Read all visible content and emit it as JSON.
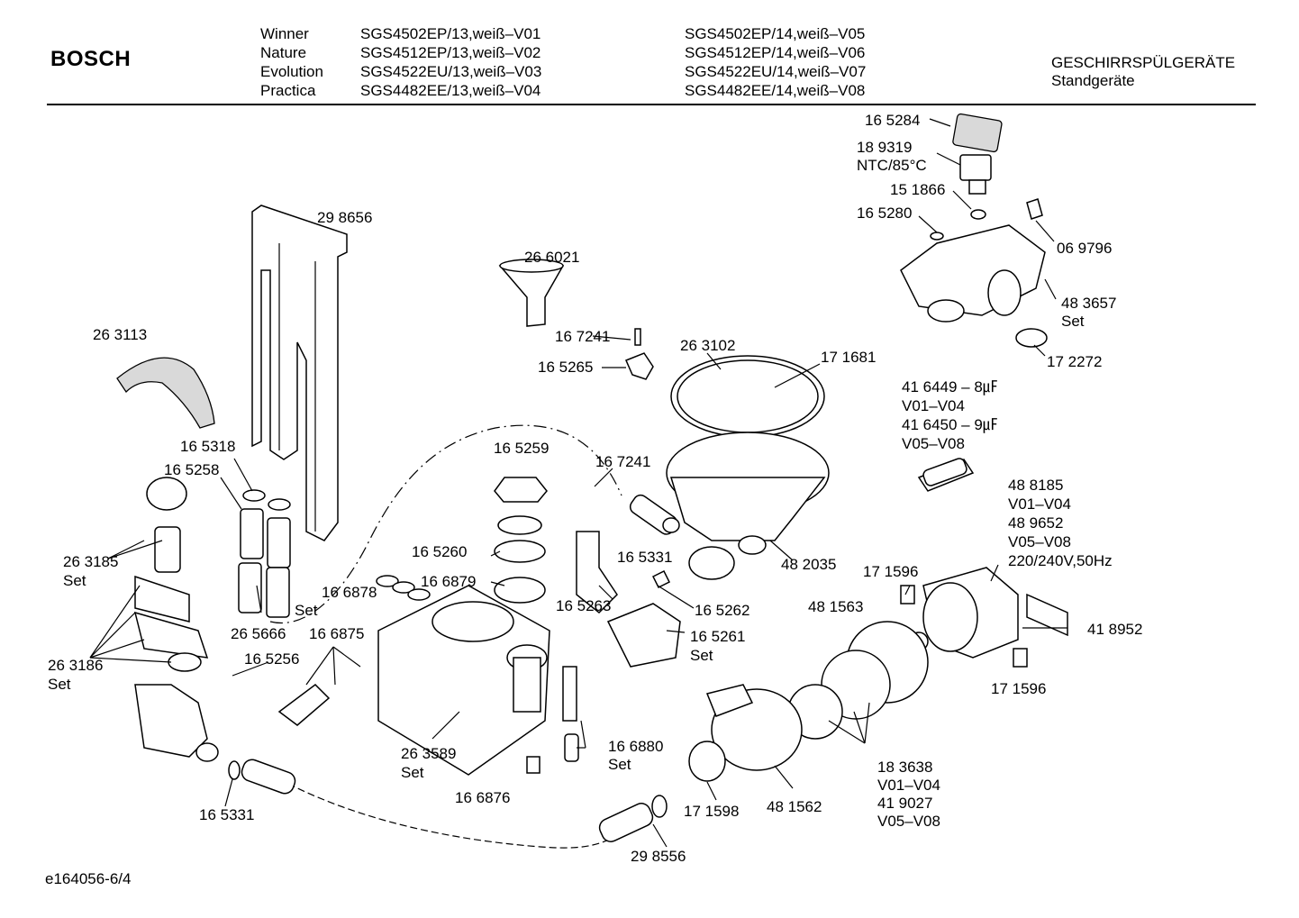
{
  "header": {
    "brand": "BOSCH",
    "models": [
      {
        "name": "Winner",
        "v1": "SGS4502EP/13,weiß–V01",
        "v2": "SGS4502EP/14,weiß–V05"
      },
      {
        "name": "Nature",
        "v1": "SGS4512EP/13,weiß–V02",
        "v2": "SGS4512EP/14,weiß–V06"
      },
      {
        "name": "Evolution",
        "v1": "SGS4522EU/13,weiß–V03",
        "v2": "SGS4522EU/14,weiß–V07"
      },
      {
        "name": "Practica",
        "v1": "SGS4482EE/13,weiß–V04",
        "v2": "SGS4482EE/14,weiß–V08"
      }
    ],
    "category": "GESCHIRRSPÜLGERÄTE",
    "subcategory": "Standgeräte"
  },
  "labels": {
    "p165284": "16 5284",
    "p189319": "18 9319",
    "ntc": "NTC/85°C",
    "p151866": "15 1866",
    "p165280": "16 5280",
    "p069796": "06 9796",
    "p483657": "48 3657",
    "set483657": "Set",
    "p172272": "17 2272",
    "p298656": "29 8656",
    "p266021": "26 6021",
    "p167241a": "16 7241",
    "p165265": "16 5265",
    "p263102": "26 3102",
    "p171681": "17 1681",
    "p263113": "26 3113",
    "cap1": "41 6449 – 8㎌",
    "cap1v": "V01–V04",
    "cap2": "41 6450 – 9㎌",
    "cap2v": "V05–V08",
    "p165318": "16 5318",
    "p165258": "16 5258",
    "p165259": "16 5259",
    "p167241b": "16 7241",
    "p488185": "48 8185",
    "p488185v": "V01–V04",
    "p489652": "48 9652",
    "p489652v": "V05–V08",
    "volt": "220/240V,50Hz",
    "p263185": "26 3185",
    "set263185": "Set",
    "p165260": "16 5260",
    "p165331a": "16 5331",
    "p482035": "48 2035",
    "p166879": "16 6879",
    "p166878": "16 6878",
    "set166878": "Set",
    "p171596a": "17 1596",
    "p165263": "16 5263",
    "p165262": "16 5262",
    "p481563": "48 1563",
    "p418952": "41 8952",
    "p265666": "26 5666",
    "p166875": "16 6875",
    "p165261": "16 5261",
    "set165261": "Set",
    "p263186": "26 3186",
    "set263186": "Set",
    "p165256": "16 5256",
    "p171596b": "17 1596",
    "p263589": "26 3589",
    "set263589": "Set",
    "p166880": "16 6880",
    "set166880": "Set",
    "p183638": "18 3638",
    "p183638v": "V01–V04",
    "p419027": "41 9027",
    "p419027v": "V05–V08",
    "p166876": "16 6876",
    "p171598": "17 1598",
    "p481562": "48 1562",
    "p165331b": "16 5331",
    "p298556": "29 8556"
  },
  "footer": "e164056-6/4"
}
